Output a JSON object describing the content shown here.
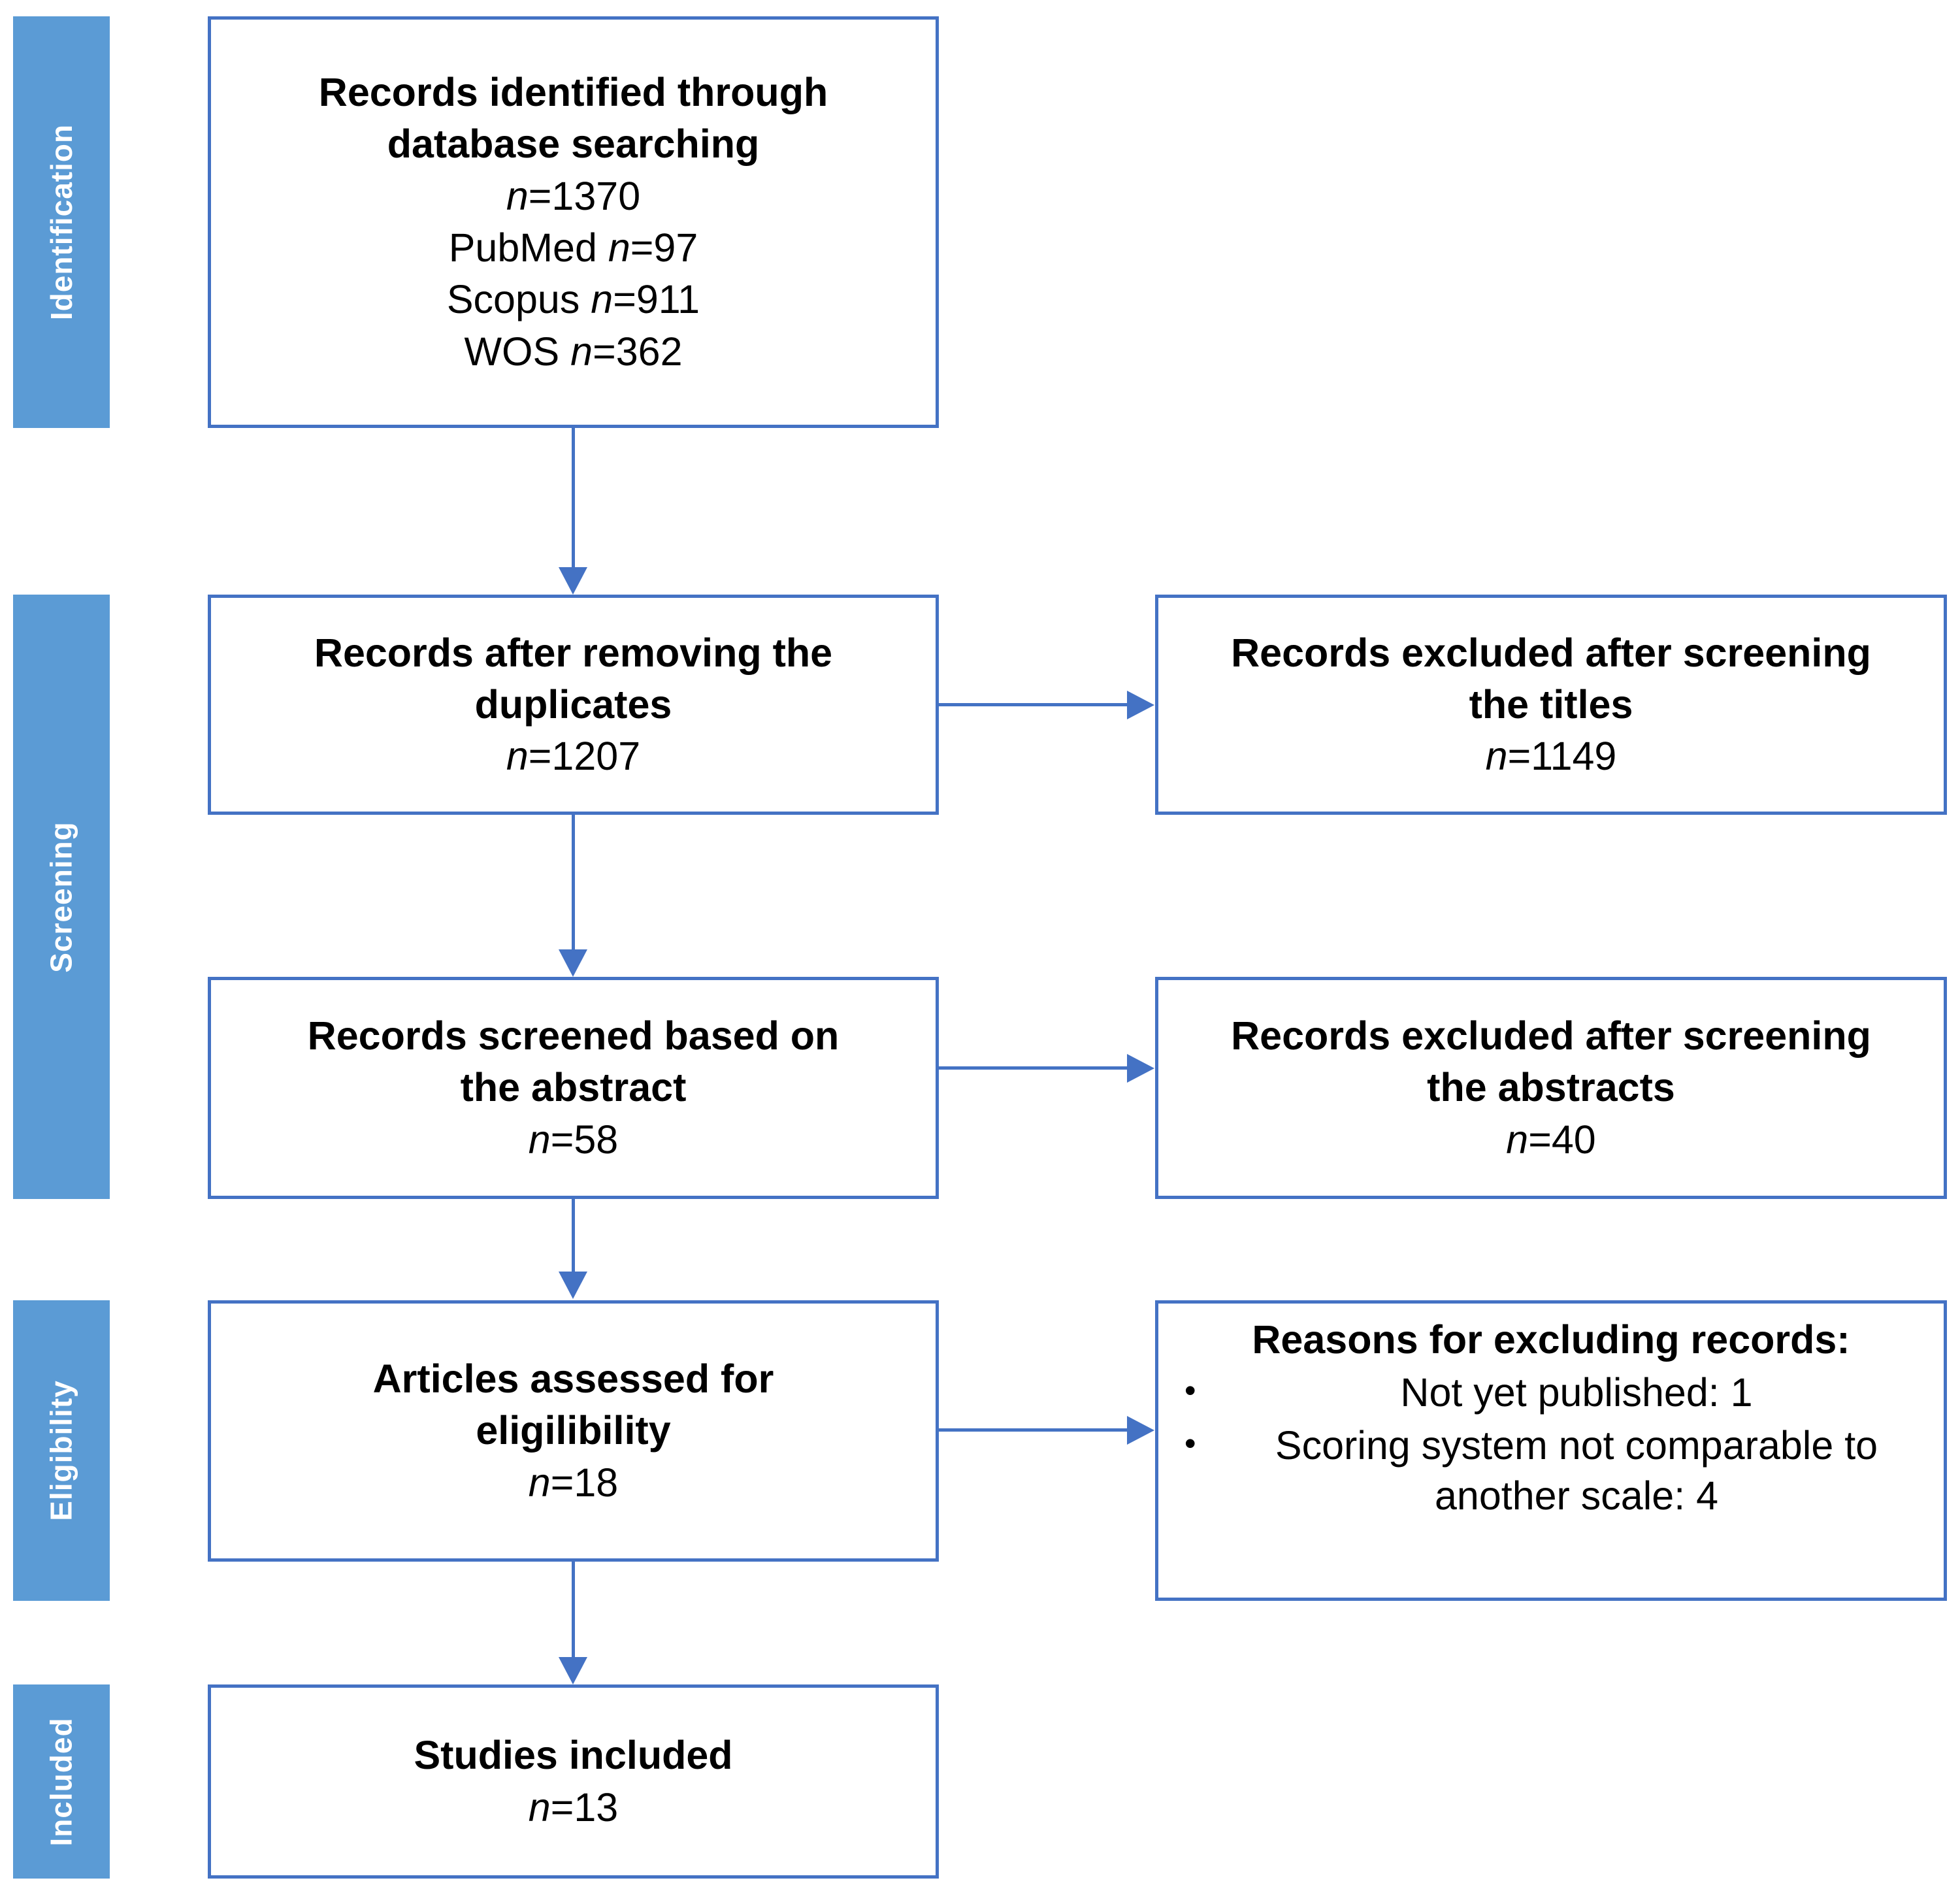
{
  "diagram": {
    "type": "prisma-flow-diagram",
    "accent_blue_bar": "#5B9BD5",
    "accent_border": "#4472C4",
    "background": "#FFFFFF"
  },
  "stages": [
    {
      "id": "identification",
      "label": "Identification"
    },
    {
      "id": "screening",
      "label": "Screening"
    },
    {
      "id": "eligibility",
      "label": "Eligibility"
    },
    {
      "id": "included",
      "label": "Included"
    }
  ],
  "boxes": {
    "identified": {
      "title_line1": "Records identified through",
      "title_line2": "database searching",
      "total_n_label": "n",
      "total_n_eq": "=1370",
      "sources": [
        {
          "name": "PubMed ",
          "n_label": "n",
          "n_value": "=97"
        },
        {
          "name": "Scopus ",
          "n_label": "n",
          "n_value": "=911"
        },
        {
          "name": "WOS ",
          "n_label": "n",
          "n_value": "=362"
        }
      ]
    },
    "after_duplicates": {
      "title_line1": "Records after removing the",
      "title_line2": "duplicates",
      "n_label": "n",
      "n_value": "=1207"
    },
    "excluded_titles": {
      "title_line1": "Records excluded after screening",
      "title_line2": "the titles",
      "n_label": "n",
      "n_value": "=1149"
    },
    "screened_abstract": {
      "title_line1": "Records screened based on",
      "title_line2": "the abstract",
      "n_label": "n",
      "n_value": "=58"
    },
    "excluded_abstracts": {
      "title_line1": "Records excluded after screening",
      "title_line2": "the abstracts",
      "n_label": "n",
      "n_value": "=40"
    },
    "eligibility_assessed": {
      "title_line1": "Articles assessed for",
      "title_line2": "eligilibility",
      "n_label": "n",
      "n_value": "=18"
    },
    "reasons": {
      "heading": "Reasons for excluding records:",
      "bullet_glyph": "•",
      "items": [
        "Not yet published: 1",
        "Scoring system not comparable to another scale: 4"
      ]
    },
    "studies_included": {
      "title_line1": "Studies included",
      "n_label": "n",
      "n_value": "=13"
    }
  },
  "chart_data": {
    "type": "diagram",
    "title": "PRISMA flow diagram",
    "nodes": [
      {
        "id": "identified",
        "stage": "Identification",
        "label": "Records identified through database searching",
        "n": 1370,
        "breakdown": [
          {
            "source": "PubMed",
            "n": 97
          },
          {
            "source": "Scopus",
            "n": 911
          },
          {
            "source": "WOS",
            "n": 362
          }
        ]
      },
      {
        "id": "after_duplicates",
        "stage": "Screening",
        "label": "Records after removing the duplicates",
        "n": 1207
      },
      {
        "id": "excluded_titles",
        "stage": "Screening",
        "label": "Records excluded after screening the titles",
        "n": 1149
      },
      {
        "id": "screened_abstract",
        "stage": "Screening",
        "label": "Records screened based on the abstract",
        "n": 58
      },
      {
        "id": "excluded_abstracts",
        "stage": "Screening",
        "label": "Records excluded after screening the abstracts",
        "n": 40
      },
      {
        "id": "eligibility_assessed",
        "stage": "Eligibility",
        "label": "Articles assessed for eligilibility",
        "n": 18
      },
      {
        "id": "reasons",
        "stage": "Eligibility",
        "label": "Reasons for excluding records",
        "reasons": [
          {
            "reason": "Not yet published",
            "n": 1
          },
          {
            "reason": "Scoring system not comparable to another scale",
            "n": 4
          }
        ]
      },
      {
        "id": "studies_included",
        "stage": "Included",
        "label": "Studies included",
        "n": 13
      }
    ],
    "edges": [
      {
        "from": "identified",
        "to": "after_duplicates",
        "direction": "down"
      },
      {
        "from": "after_duplicates",
        "to": "excluded_titles",
        "direction": "right"
      },
      {
        "from": "after_duplicates",
        "to": "screened_abstract",
        "direction": "down"
      },
      {
        "from": "screened_abstract",
        "to": "excluded_abstracts",
        "direction": "right"
      },
      {
        "from": "screened_abstract",
        "to": "eligibility_assessed",
        "direction": "down"
      },
      {
        "from": "eligibility_assessed",
        "to": "reasons",
        "direction": "right"
      },
      {
        "from": "eligibility_assessed",
        "to": "studies_included",
        "direction": "down"
      }
    ]
  }
}
